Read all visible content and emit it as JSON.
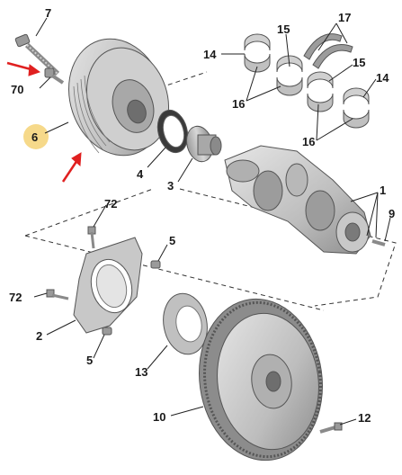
{
  "diagram": {
    "callouts": {
      "c7": "7",
      "c70": "70",
      "c6": "6",
      "c4": "4",
      "c3": "3",
      "c14a": "14",
      "c15a": "15",
      "c16a": "16",
      "c17": "17",
      "c15b": "15",
      "c14b": "14",
      "c16b": "16",
      "c1": "1",
      "c9": "9",
      "c72a": "72",
      "c5a": "5",
      "c72b": "72",
      "c2": "2",
      "c5b": "5",
      "c13": "13",
      "c10": "10",
      "c12": "12"
    },
    "colors": {
      "arrow": "#e02020",
      "highlight": "#f6d98a",
      "part_fill": "#c4c4c4",
      "part_dark": "#8c8c8c",
      "seal_dark": "#3a3a3a"
    }
  }
}
